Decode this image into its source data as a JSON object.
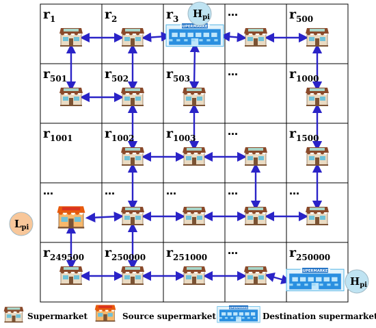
{
  "cells": [
    {
      "row": 0,
      "col": 0,
      "label": "r",
      "sub": "1"
    },
    {
      "row": 0,
      "col": 1,
      "label": "r",
      "sub": "2"
    },
    {
      "row": 0,
      "col": 2,
      "label": "r",
      "sub": "3"
    },
    {
      "row": 0,
      "col": 3,
      "label": "…",
      "sub": ""
    },
    {
      "row": 0,
      "col": 4,
      "label": "r",
      "sub": "500"
    },
    {
      "row": 1,
      "col": 0,
      "label": "r",
      "sub": "501"
    },
    {
      "row": 1,
      "col": 1,
      "label": "r",
      "sub": "502"
    },
    {
      "row": 1,
      "col": 2,
      "label": "r",
      "sub": "503"
    },
    {
      "row": 1,
      "col": 3,
      "label": "…",
      "sub": ""
    },
    {
      "row": 1,
      "col": 4,
      "label": "r",
      "sub": "1000"
    },
    {
      "row": 2,
      "col": 0,
      "label": "r",
      "sub": "1001"
    },
    {
      "row": 2,
      "col": 1,
      "label": "r",
      "sub": "1002"
    },
    {
      "row": 2,
      "col": 2,
      "label": "r",
      "sub": "1003"
    },
    {
      "row": 2,
      "col": 3,
      "label": "…",
      "sub": ""
    },
    {
      "row": 2,
      "col": 4,
      "label": "r",
      "sub": "1500"
    },
    {
      "row": 3,
      "col": 0,
      "label": "…",
      "sub": ""
    },
    {
      "row": 3,
      "col": 1,
      "label": "…",
      "sub": ""
    },
    {
      "row": 3,
      "col": 2,
      "label": "…",
      "sub": ""
    },
    {
      "row": 3,
      "col": 3,
      "label": "…",
      "sub": ""
    },
    {
      "row": 3,
      "col": 4,
      "label": "…",
      "sub": ""
    },
    {
      "row": 4,
      "col": 0,
      "label": "r",
      "sub": "249500"
    },
    {
      "row": 4,
      "col": 1,
      "label": "r",
      "sub": "250000"
    },
    {
      "row": 4,
      "col": 2,
      "label": "r",
      "sub": "251000"
    },
    {
      "row": 4,
      "col": 3,
      "label": "…",
      "sub": ""
    },
    {
      "row": 4,
      "col": 4,
      "label": "r",
      "sub": "250000"
    }
  ],
  "stores": [
    {
      "row": 0,
      "col": 0,
      "type": "supermarket"
    },
    {
      "row": 0,
      "col": 1,
      "type": "supermarket"
    },
    {
      "row": 0,
      "col": 2,
      "type": "destination"
    },
    {
      "row": 0,
      "col": 3,
      "type": "supermarket"
    },
    {
      "row": 0,
      "col": 4,
      "type": "supermarket"
    },
    {
      "row": 1,
      "col": 0,
      "type": "supermarket"
    },
    {
      "row": 1,
      "col": 1,
      "type": "supermarket"
    },
    {
      "row": 1,
      "col": 2,
      "type": "supermarket"
    },
    {
      "row": 1,
      "col": 4,
      "type": "supermarket"
    },
    {
      "row": 2,
      "col": 1,
      "type": "supermarket"
    },
    {
      "row": 2,
      "col": 2,
      "type": "supermarket"
    },
    {
      "row": 2,
      "col": 3,
      "type": "supermarket"
    },
    {
      "row": 2,
      "col": 4,
      "type": "supermarket"
    },
    {
      "row": 3,
      "col": 0,
      "type": "source"
    },
    {
      "row": 3,
      "col": 1,
      "type": "supermarket"
    },
    {
      "row": 3,
      "col": 2,
      "type": "supermarket"
    },
    {
      "row": 3,
      "col": 3,
      "type": "supermarket"
    },
    {
      "row": 3,
      "col": 4,
      "type": "supermarket"
    },
    {
      "row": 4,
      "col": 0,
      "type": "supermarket"
    },
    {
      "row": 4,
      "col": 1,
      "type": "supermarket"
    },
    {
      "row": 4,
      "col": 2,
      "type": "supermarket"
    },
    {
      "row": 4,
      "col": 3,
      "type": "supermarket"
    },
    {
      "row": 4,
      "col": 4,
      "type": "destination"
    }
  ],
  "links": [
    [
      [
        0,
        0
      ],
      [
        0,
        1
      ]
    ],
    [
      [
        0,
        1
      ],
      [
        0,
        2
      ]
    ],
    [
      [
        0,
        2
      ],
      [
        0,
        3
      ]
    ],
    [
      [
        0,
        3
      ],
      [
        0,
        4
      ]
    ],
    [
      [
        0,
        0
      ],
      [
        1,
        0
      ]
    ],
    [
      [
        0,
        1
      ],
      [
        1,
        1
      ]
    ],
    [
      [
        0,
        2
      ],
      [
        1,
        2
      ]
    ],
    [
      [
        0,
        4
      ],
      [
        1,
        4
      ]
    ],
    [
      [
        1,
        0
      ],
      [
        1,
        1
      ]
    ],
    [
      [
        1,
        1
      ],
      [
        2,
        1
      ]
    ],
    [
      [
        1,
        2
      ],
      [
        2,
        2
      ]
    ],
    [
      [
        1,
        4
      ],
      [
        2,
        4
      ]
    ],
    [
      [
        2,
        1
      ],
      [
        2,
        2
      ]
    ],
    [
      [
        2,
        2
      ],
      [
        2,
        3
      ]
    ],
    [
      [
        2,
        1
      ],
      [
        3,
        1
      ]
    ],
    [
      [
        2,
        3
      ],
      [
        3,
        3
      ]
    ],
    [
      [
        2,
        4
      ],
      [
        3,
        4
      ]
    ],
    [
      [
        3,
        0
      ],
      [
        3,
        1
      ]
    ],
    [
      [
        3,
        1
      ],
      [
        3,
        2
      ]
    ],
    [
      [
        3,
        2
      ],
      [
        3,
        3
      ]
    ],
    [
      [
        3,
        3
      ],
      [
        3,
        4
      ]
    ],
    [
      [
        3,
        0
      ],
      [
        4,
        0
      ]
    ],
    [
      [
        3,
        1
      ],
      [
        4,
        1
      ]
    ],
    [
      [
        4,
        0
      ],
      [
        4,
        1
      ]
    ],
    [
      [
        4,
        1
      ],
      [
        4,
        2
      ]
    ],
    [
      [
        4,
        2
      ],
      [
        4,
        3
      ]
    ],
    [
      [
        4,
        3
      ],
      [
        4,
        4
      ]
    ]
  ],
  "badges": [
    {
      "text": "H",
      "sub": "pi",
      "color": "#bfe3f2",
      "anchor": "r3"
    },
    {
      "text": "L",
      "sub": "pi",
      "color": "#f8c79a",
      "anchor": "source"
    },
    {
      "text": "H",
      "sub": "pi",
      "color": "#bfe3f2",
      "anchor": "r250000-right"
    }
  ],
  "legend": {
    "supermarket": "Supermarket",
    "source": "Source supermarket",
    "destination": "Destination supermarkets"
  },
  "colors": {
    "arrow": "#2a23c7",
    "grid": "#000000"
  },
  "store_sign": "SUPERMARKET"
}
